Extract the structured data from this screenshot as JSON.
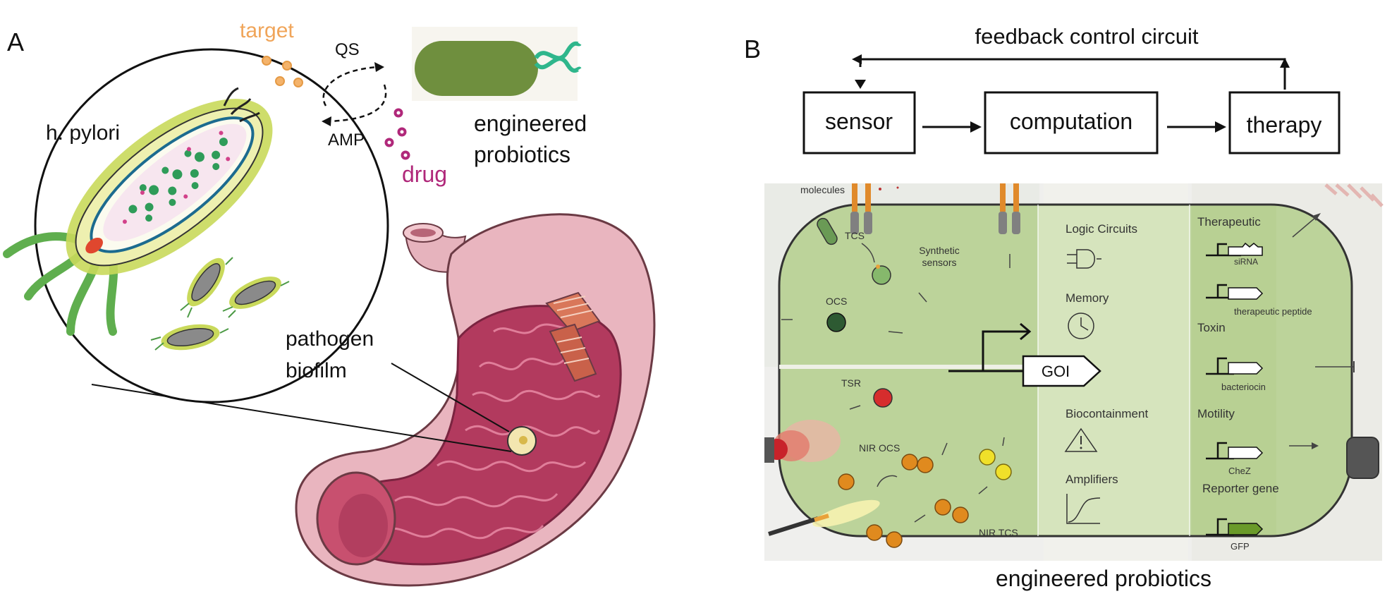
{
  "panel_a": {
    "label": "A",
    "target": "target",
    "qs": "QS",
    "amp": "AMP",
    "drug": "drug",
    "engineered_line1": "engineered",
    "engineered_line2": "probiotics",
    "h_pylori": "h. pylori",
    "pathogen": "pathogen",
    "biofilm": "biofilm"
  },
  "panel_b": {
    "label": "B",
    "feedback": "feedback control circuit",
    "sensor": "sensor",
    "computation": "computation",
    "therapy": "therapy",
    "molecules": "molecules",
    "tcs": "TCS",
    "synthetic_sensors_1": "Synthetic",
    "synthetic_sensors_2": "sensors",
    "ocs": "OCS",
    "tsr": "TSR",
    "nir_ocs": "NIR OCS",
    "nir_tcs": "NIR TCS",
    "goi": "GOI",
    "logic_circuits": "Logic Circuits",
    "memory": "Memory",
    "biocontainment": "Biocontainment",
    "amplifiers": "Amplifiers",
    "therapeutic": "Therapeutic",
    "sirna": "siRNA",
    "therapeutic_peptide": "therapeutic peptide",
    "toxin": "Toxin",
    "bacteriocin": "bacteriocin",
    "motility": "Motility",
    "chez": "CheZ",
    "reporter_gene": "Reporter gene",
    "gfp": "GFP",
    "caption": "engineered probiotics"
  },
  "colors": {
    "target": "#f0a55a",
    "drug": "#b0287a",
    "probiotic_green": "#6f8f3e",
    "cell_green": "#bcd39a",
    "stomach_pink": "#e8b7c0",
    "stomach_inner": "#b23a5e"
  }
}
